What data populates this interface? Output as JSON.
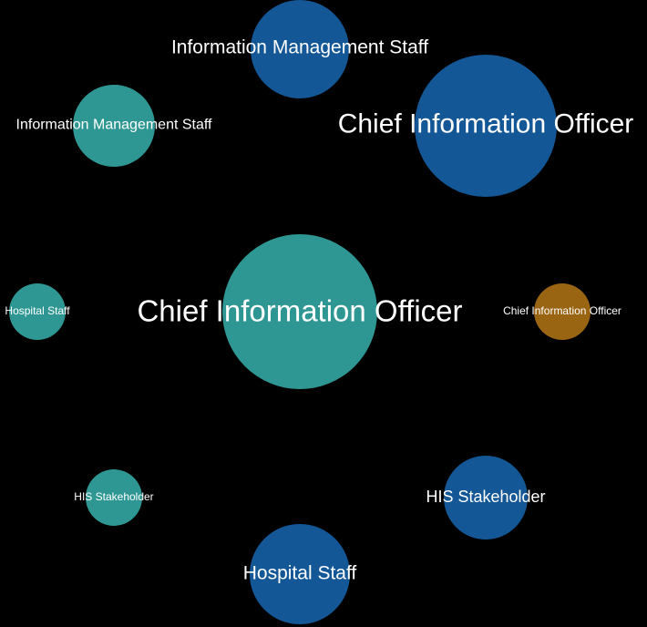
{
  "colors": {
    "background": "#000000",
    "label": "#ffffff",
    "teal": "#2f9793",
    "blue": "#135796",
    "amber": "#9a6512"
  },
  "nodes": [
    {
      "id": "center",
      "label": "Chief Information Officer",
      "color": "teal"
    },
    {
      "id": "top",
      "label": "Information Management Staff",
      "color": "blue"
    },
    {
      "id": "top-right",
      "label": "Chief Information Officer",
      "color": "blue"
    },
    {
      "id": "right",
      "label": "Chief Information Officer",
      "color": "amber"
    },
    {
      "id": "bottom-right",
      "label": "HIS Stakeholder",
      "color": "blue"
    },
    {
      "id": "bottom",
      "label": "Hospital Staff",
      "color": "blue"
    },
    {
      "id": "bottom-left",
      "label": "HIS Stakeholder",
      "color": "teal"
    },
    {
      "id": "left",
      "label": "Hospital Staff",
      "color": "teal"
    },
    {
      "id": "top-left",
      "label": "Information Management Staff",
      "color": "teal"
    }
  ]
}
